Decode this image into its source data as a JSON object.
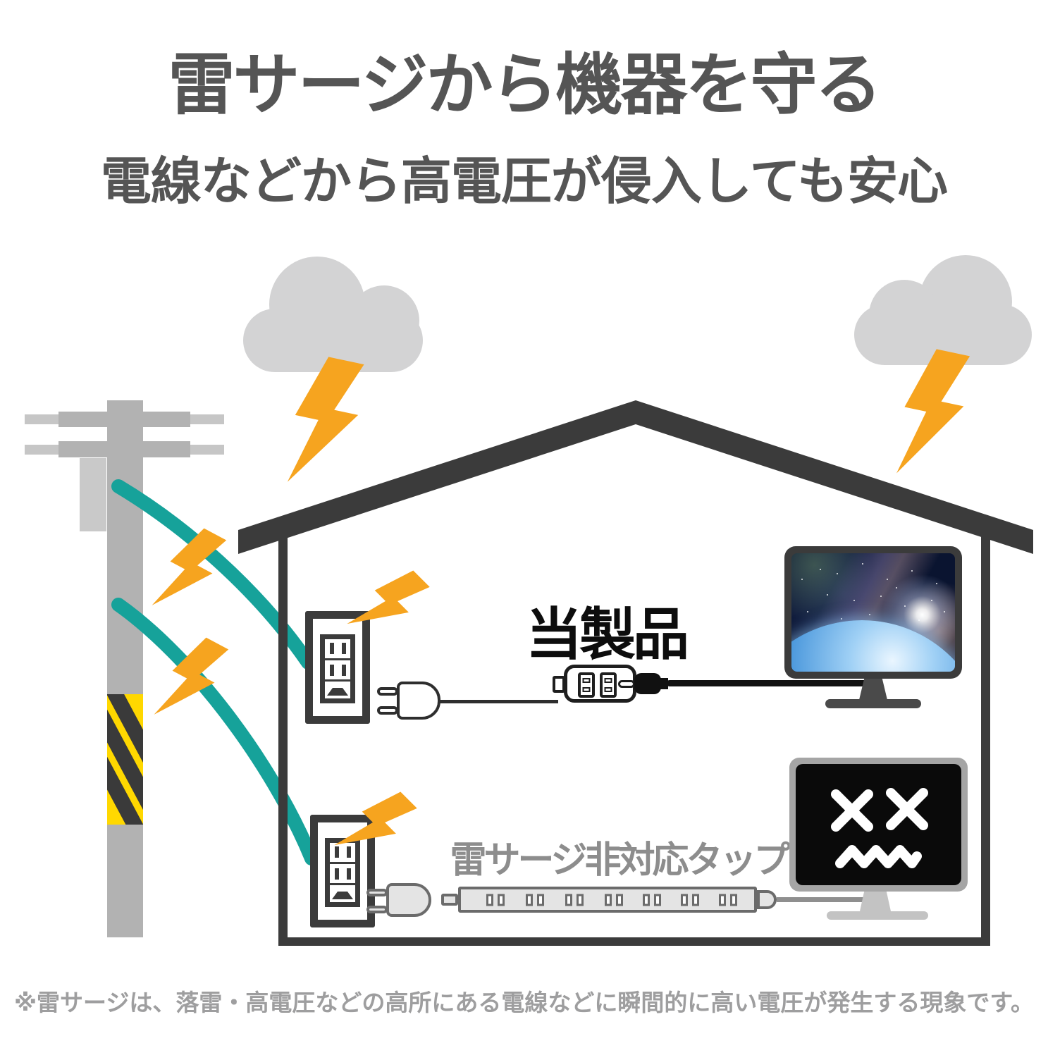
{
  "page": {
    "title": "雷サージから機器を守る",
    "subtitle": "電線などから高電圧が侵入しても安心",
    "footnote": "※雷サージは、落雷・高電圧などの高所にある電線などに瞬間的に高い電圧が発生する現象です。"
  },
  "diagram": {
    "product_label": "当製品",
    "unprotected_tap_label": "雷サージ非対応タップ",
    "icons": [
      "storm-cloud-icon",
      "lightning-bolt-icon",
      "utility-pole-icon",
      "power-line-wire-icon",
      "house-icon",
      "wall-outlet-icon",
      "power-plug-icon",
      "surge-protector-icon",
      "power-strip-icon",
      "monitor-working-icon",
      "monitor-broken-icon"
    ],
    "colors": {
      "heading_gray": "#555555",
      "note_gray": "#9e9e9f",
      "label_gray": "#8d8d8d",
      "product_text": "#0d0d0d",
      "dark": "#3b3b3b",
      "pole_gray": "#b2b2b2",
      "cloud_gray": "#d3d3d4",
      "wire_teal": "#16a29a",
      "bolt_yellow": "#f6a41f",
      "hazard_yellow": "#ffd800"
    }
  }
}
